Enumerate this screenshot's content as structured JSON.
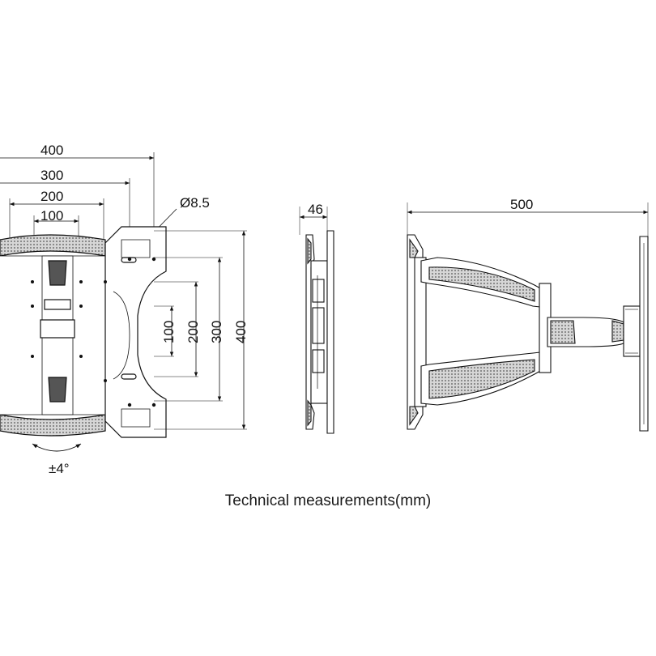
{
  "front_view": {
    "width_dims": [
      "400",
      "300",
      "200",
      "100"
    ],
    "hole_label": "Ø8.5",
    "height_dims": [
      "100",
      "200",
      "300",
      "400"
    ],
    "tilt_label": "±4°"
  },
  "side_view": {
    "depth_label": "46"
  },
  "extended_view": {
    "extension_label": "500"
  },
  "caption": "Technical measurements(mm)"
}
